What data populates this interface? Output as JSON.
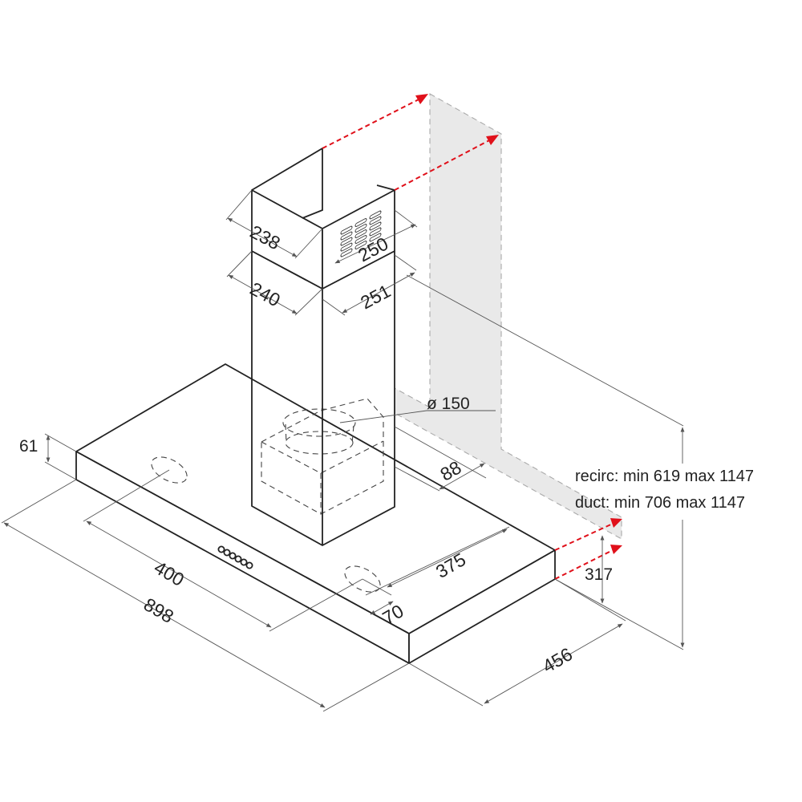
{
  "dimensions": {
    "chimney_top_depth": "238",
    "chimney_top_width": "250",
    "chimney_bottom_depth": "240",
    "chimney_bottom_width": "251",
    "outlet_diameter": "ø 150",
    "canopy_thickness": "61",
    "wall_offset": "88",
    "canopy_width": "898",
    "fixing_span": "400",
    "fixing_offset": "375",
    "fixing_edge": "70",
    "canopy_depth": "456",
    "min_clearance": "317"
  },
  "notes": {
    "recirc": "recirc: min 619 max 1147",
    "duct": "duct: min 706 max 1147"
  },
  "colors": {
    "line": "#222222",
    "wall": "#e9e9e9",
    "arrow": "#e0101a"
  },
  "controls": {
    "button_count": 6
  }
}
